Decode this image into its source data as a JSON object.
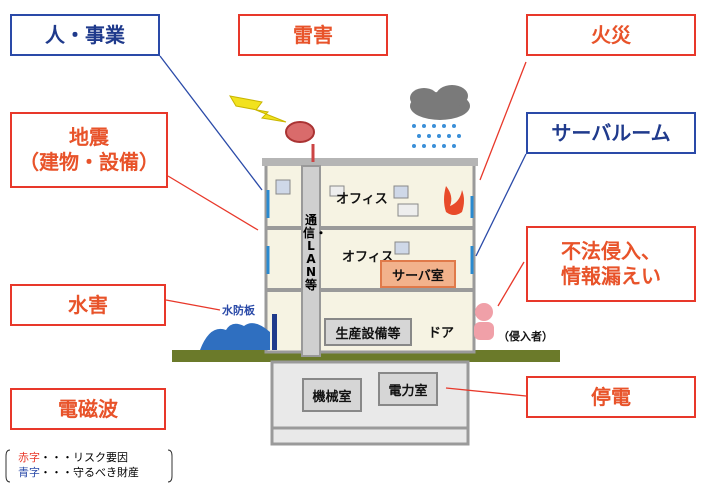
{
  "labels": {
    "people_business": "人・事業",
    "lightning": "雷害",
    "fire": "火災",
    "earthquake_line1": "地震",
    "earthquake_line2": "（建物・設備）",
    "server_room": "サーバルーム",
    "unauthorized_line1": "不法侵入、",
    "unauthorized_line2": "情報漏えい",
    "flood": "水害",
    "electromagnetic": "電磁波",
    "power_outage": "停電"
  },
  "building": {
    "office_upper": "オフィス",
    "office_lower": "オフィス",
    "server_room_box": "サーバ室",
    "comm_lan": "通信・LAN等",
    "production": "生産設備等",
    "door": "ドア",
    "machinery": "機械室",
    "electrical": "電力室",
    "water_barrier": "水防板",
    "intruder": "（侵入者）"
  },
  "legend": {
    "red_term": "赤字",
    "red_desc": "・・・リスク要因",
    "blue_term": "青字",
    "blue_desc": "・・・守るべき財産"
  },
  "colors": {
    "risk": "#e8382a",
    "asset": "#2a4aa8",
    "ground": "#6b7a2a",
    "water": "#2f6fc0"
  }
}
